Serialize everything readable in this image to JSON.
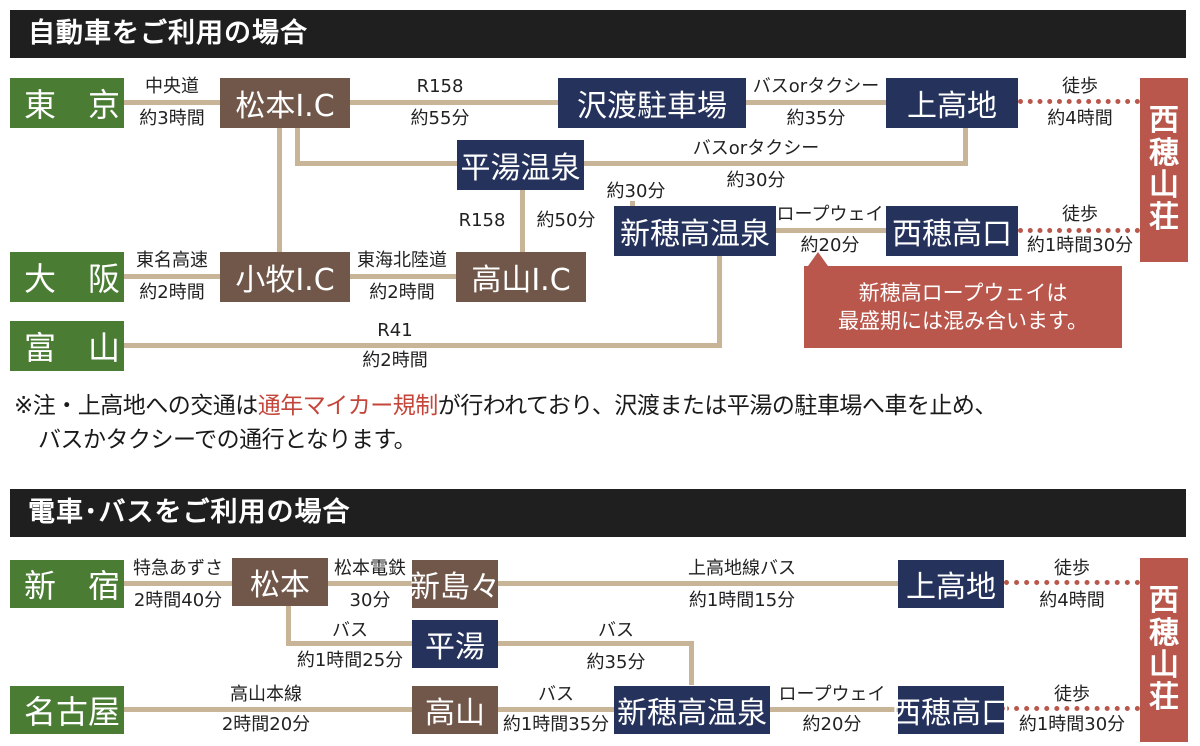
{
  "car": {
    "title": "自動車をご利用の場合",
    "cities": [
      "東　京",
      "大　阪",
      "富　山"
    ],
    "nodes": {
      "matsumoto_ic": "松本I.C",
      "sawando": "沢渡駐車場",
      "kamikochi": "上高地",
      "hirayu": "平湯温泉",
      "shinhotaka": "新穂高温泉",
      "nishihotakaguchi": "西穂高口",
      "komaki_ic": "小牧I.C",
      "takayama_ic": "高山I.C"
    },
    "destination": "西穂山荘",
    "labels": {
      "chuo": "中央道",
      "t3h": "約3時間",
      "r158": "R158",
      "m55": "約55分",
      "busortaxi1": "バスorタクシー",
      "m35": "約35分",
      "walk1": "徒歩",
      "h4": "約4時間",
      "busortaxi2": "バスorタクシー",
      "m30a": "約30分",
      "m30b": "約30分",
      "r158b": "R158",
      "m50": "約50分",
      "ropeway": "ロープウェイ",
      "m20": "約20分",
      "walk2": "徒歩",
      "h1m30": "約1時間30分",
      "tomei": "東名高速",
      "h2a": "約2時間",
      "tokai": "東海北陸道",
      "h2b": "約2時間",
      "r41": "R41",
      "h2c": "約2時間"
    },
    "callout": [
      "新穂高ロープウェイは",
      "最盛期には混み合います。"
    ],
    "note": {
      "part1": "※注・上高地への交通は",
      "highlight": "通年マイカー規制",
      "part2": "が行われており、沢渡または平湯の駐車場へ車を止め、",
      "line2": "バスかタクシーでの通行となります。"
    }
  },
  "train": {
    "title": "電車･バスをご利用の場合",
    "cities": [
      "新　宿",
      "名古屋"
    ],
    "nodes": {
      "matsumoto": "松本",
      "shinshimashima": "新島々",
      "kamikochi": "上高地",
      "hirayu": "平湯",
      "takayama": "高山",
      "shinhotaka": "新穂高温泉",
      "nishihotakaguchi": "西穂高口"
    },
    "destination": "西穂山荘",
    "labels": {
      "azusa": "特急あずさ",
      "h2m40": "2時間40分",
      "dentetsu": "松本電鉄",
      "m30": "30分",
      "kamikochi_bus": "上高地線バス",
      "h1m15": "約1時間15分",
      "walk1": "徒歩",
      "h4": "約4時間",
      "bus1": "バス",
      "h1m25": "約1時間25分",
      "bus2": "バス",
      "m35": "約35分",
      "takayama_line": "高山本線",
      "h2m20": "2時間20分",
      "bus3": "バス",
      "h1m35": "約1時間35分",
      "ropeway": "ロープウェイ",
      "m20": "約20分",
      "walk2": "徒歩",
      "h1m30": "約1時間30分"
    }
  },
  "colors": {
    "header": "#1f1f1f",
    "city": "#4a7c34",
    "interchange": "#70574a",
    "hub": "#24325c",
    "destination": "#b9574c",
    "line": "#c8b497",
    "highlight": "#c4463a"
  }
}
